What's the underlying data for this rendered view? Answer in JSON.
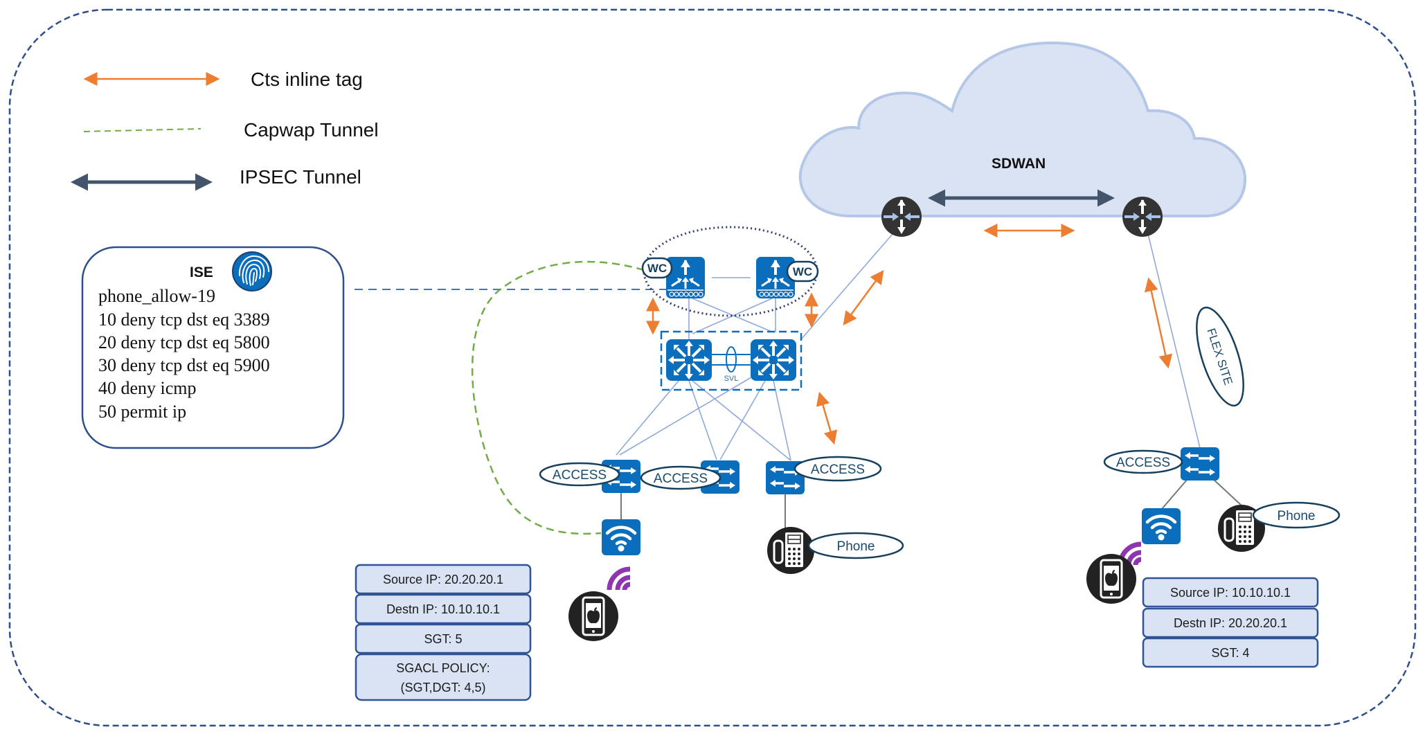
{
  "legend": {
    "items": [
      {
        "label": "Cts inline tag",
        "style": "orange-double-arrow"
      },
      {
        "label": "Capwap Tunnel",
        "style": "green-dashed-line"
      },
      {
        "label": "IPSEC Tunnel",
        "style": "dark-double-arrow"
      }
    ]
  },
  "ise": {
    "title": "ISE",
    "icon": "fingerprint-icon",
    "policy_name": "phone_allow-19",
    "rules": [
      "10 deny tcp dst eq 3389",
      "20 deny tcp dst eq 5800",
      "30 deny tcp dst eq 5900",
      "40 deny icmp",
      "50 permit ip"
    ]
  },
  "cloud": {
    "label": "SDWAN",
    "routers": [
      "router-icon",
      "router-icon"
    ]
  },
  "wireless_controllers": [
    {
      "label": "WC",
      "icon": "wireless-controller-icon"
    },
    {
      "label": "WC",
      "icon": "wireless-controller-icon"
    }
  ],
  "core": {
    "link_label": "SVL",
    "switches": [
      "layer3-switch-icon",
      "layer3-switch-icon"
    ]
  },
  "access_switches": [
    {
      "label": "ACCESS"
    },
    {
      "label": "ACCESS"
    },
    {
      "label": "ACCESS"
    },
    {
      "label": "ACCESS"
    }
  ],
  "endpoints": {
    "phone_left_label": "Phone",
    "phone_right_label": "Phone"
  },
  "flex_site": {
    "label": "FLEX SITE"
  },
  "packet_left": {
    "rows": [
      "Source IP: 20.20.20.1",
      "Destn IP: 10.10.10.1",
      "SGT: 5"
    ],
    "policy_line1": "SGACL POLICY:",
    "policy_line2": "(SGT,DGT: 4,5)"
  },
  "packet_right": {
    "rows": [
      "Source IP: 10.10.10.1",
      "Destn IP: 20.20.20.1",
      "SGT: 4"
    ]
  },
  "colors": {
    "border": "#2f4f8a",
    "cts_arrow": "#ed7d31",
    "capwap": "#70ad47",
    "ipsec": "#44546a",
    "cisco_blue": "#0a6ebd",
    "cloud_fill": "#d9e2f3",
    "cloud_stroke": "#b4c7e7",
    "device_dark": "#2b2b2b",
    "packet_fill": "#dae3f3",
    "packet_stroke": "#2f5496",
    "wifi_signal": "#8e35b0"
  }
}
